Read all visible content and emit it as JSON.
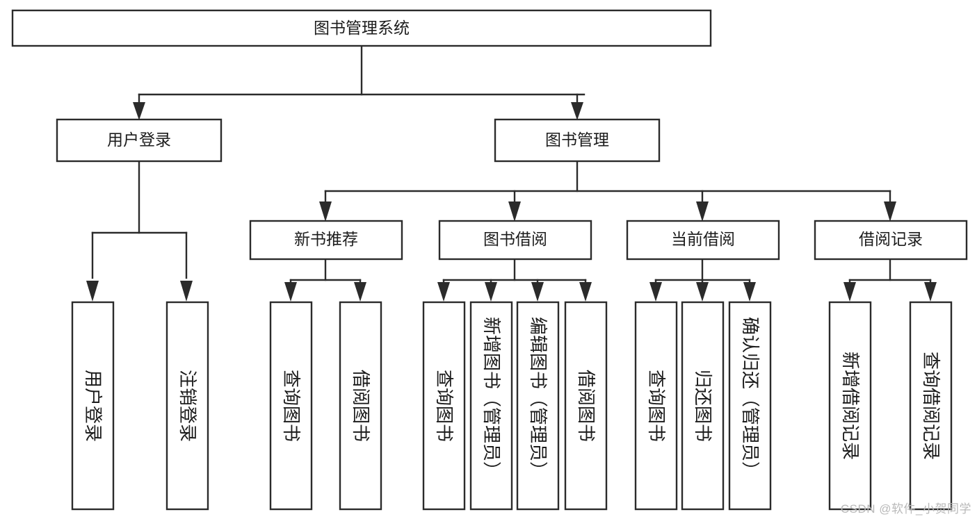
{
  "diagram": {
    "title": "图书管理系统",
    "watermark": "CSDN @软件_小贺同学",
    "colors": {
      "background": "#ffffff",
      "stroke": "#2b2b2b",
      "node_fill": "#ffffff",
      "text": "#1c1c1c",
      "watermark": "#b9b9b9"
    },
    "root": {
      "label": "图书管理系统"
    },
    "level2": [
      {
        "label": "用户登录"
      },
      {
        "label": "图书管理"
      }
    ],
    "level3": [
      {
        "label": "新书推荐"
      },
      {
        "label": "图书借阅"
      },
      {
        "label": "当前借阅"
      },
      {
        "label": "借阅记录"
      }
    ],
    "leaves": {
      "user_login": [
        {
          "label": "用户登录"
        },
        {
          "label": "注销登录"
        }
      ],
      "new_book_recommend": [
        {
          "label": "查询图书"
        },
        {
          "label": "借阅图书"
        }
      ],
      "book_borrow": [
        {
          "label": "查询图书"
        },
        {
          "label": "新增图书（管理员）"
        },
        {
          "label": "编辑图书（管理员）"
        },
        {
          "label": "借阅图书"
        }
      ],
      "current_borrow": [
        {
          "label": "查询图书"
        },
        {
          "label": "归还图书"
        },
        {
          "label": "确认归还（管理员）"
        }
      ],
      "borrow_record": [
        {
          "label": "新增借阅记录"
        },
        {
          "label": "查询借阅记录"
        }
      ]
    }
  }
}
